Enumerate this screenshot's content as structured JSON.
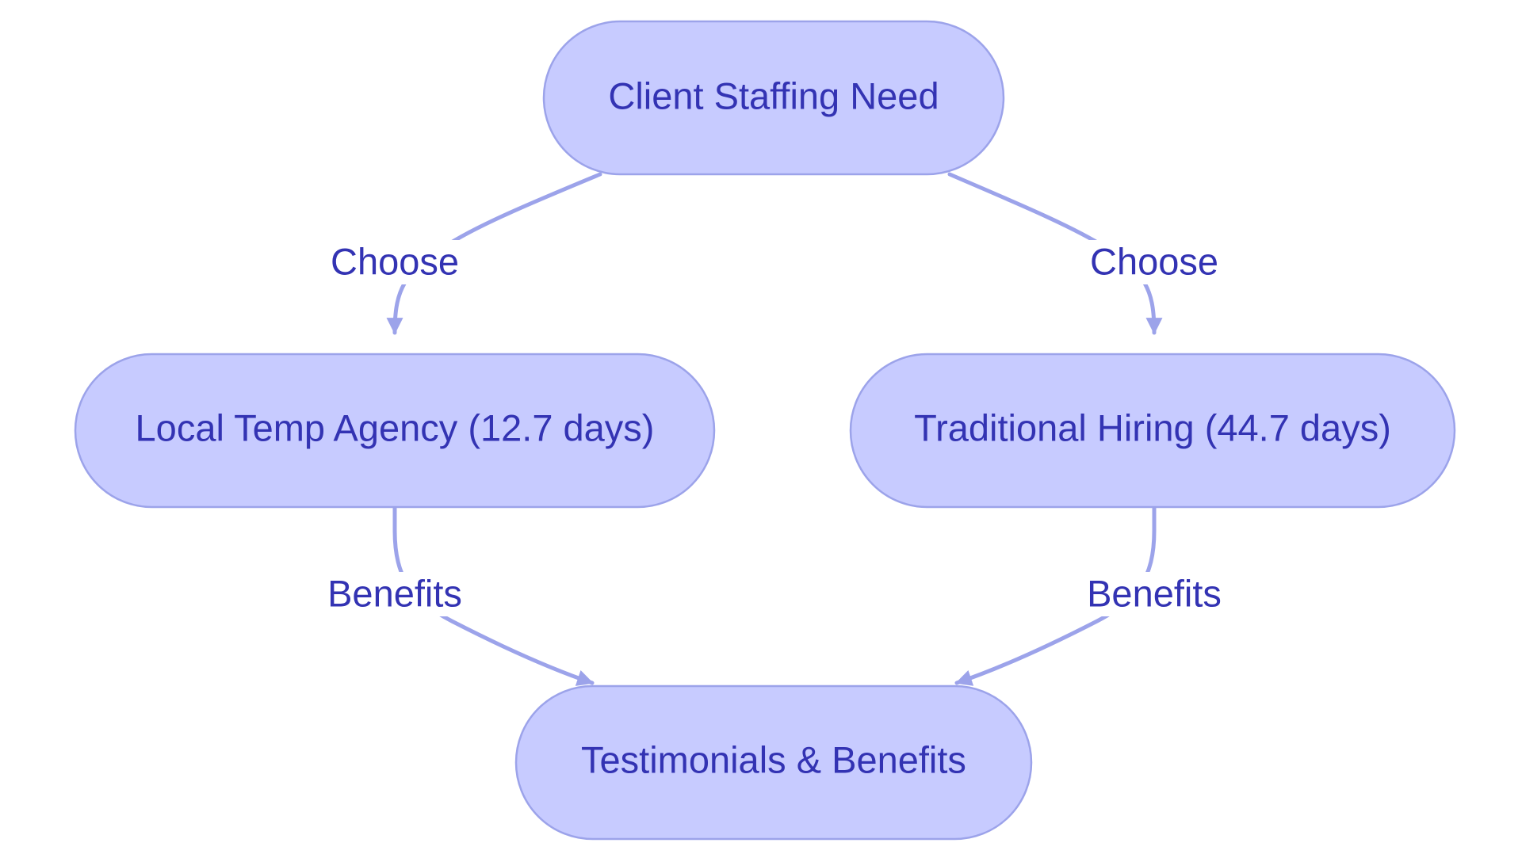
{
  "colors": {
    "node_fill": "#c7cbff",
    "node_stroke": "#9ca3ea",
    "edge": "#9ca3ea",
    "text": "#3333b3",
    "background": "#ffffff"
  },
  "nodes": {
    "client_need": {
      "label": "Client Staffing Need"
    },
    "local_temp": {
      "label": "Local Temp Agency (12.7 days)"
    },
    "traditional": {
      "label": "Traditional Hiring (44.7 days)"
    },
    "testimonials": {
      "label": "Testimonials & Benefits"
    }
  },
  "edges": {
    "need_to_local": {
      "label": "Choose"
    },
    "need_to_traditional": {
      "label": "Choose"
    },
    "local_to_testimonials": {
      "label": "Benefits"
    },
    "traditional_to_testimonials": {
      "label": "Benefits"
    }
  }
}
